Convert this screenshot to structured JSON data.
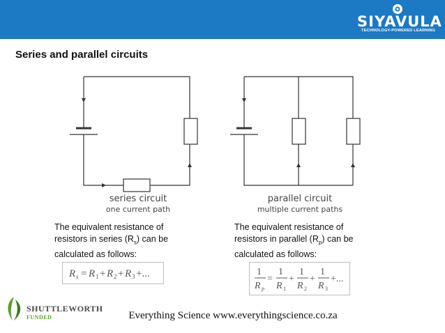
{
  "header": {
    "brand_name": "SIYAVULA",
    "brand_tagline": "TECHNOLOGY-POWERED LEARNING",
    "background_color": "#1c79c3"
  },
  "slide": {
    "title": "Series and parallel circuits"
  },
  "series": {
    "caption_main": "series circuit",
    "caption_sub": "one current path",
    "description_line1": "The equivalent resistance of",
    "description_line2_pre": "resistors in series (R",
    "description_subscript": "s",
    "description_line2_post": ") can be",
    "description_line3": "calculated as follows:"
  },
  "parallel": {
    "caption_main": "parallel circuit",
    "caption_sub": "multiple current paths",
    "description_line1": "The equivalent resistance of",
    "description_line2_pre": "resistors in parallel (R",
    "description_subscript": "p",
    "description_line2_post": ") can be",
    "description_line3": "calculated as follows:"
  },
  "footer": {
    "text": "Everything Science www.everythingscience.co.za",
    "sponsor_name": "SHUTTLEWORTH",
    "sponsor_sub": "FUNDED",
    "sponsor_color": "#5aa02c"
  }
}
